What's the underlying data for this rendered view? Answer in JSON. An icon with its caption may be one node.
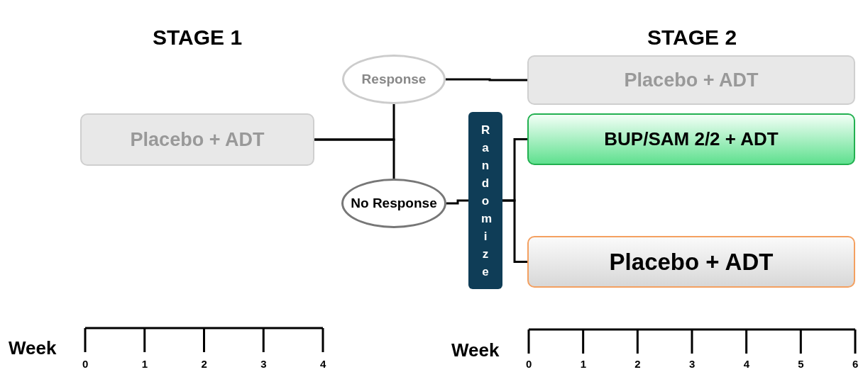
{
  "diagram": {
    "nodes": [
      {
        "text": [
          "Placebo + ADT"
        ]
      },
      {
        "text": [
          "Response"
        ]
      },
      {
        "text": [
          "No Response"
        ]
      },
      {
        "text": [
          "Randomize"
        ]
      },
      {
        "text": [
          "Placebo + ADT"
        ]
      },
      {
        "text": [
          "BUP/SAM 2/2 + ADT"
        ]
      },
      {
        "text": [
          "Placebo + ADT"
        ]
      }
    ],
    "edges": [
      {
        "from": 0,
        "to": 1,
        "arrow": "none"
      },
      {
        "from": 0,
        "to": 2,
        "arrow": "none"
      },
      {
        "from": 1,
        "to": 4,
        "arrow": "none"
      },
      {
        "from": 2,
        "to": 3,
        "arrow": "none"
      },
      {
        "from": 3,
        "to": 5,
        "arrow": "none"
      },
      {
        "from": 3,
        "to": 6,
        "arrow": "none"
      }
    ],
    "labels": [
      "STAGE 1",
      "STAGE 2",
      "Week",
      "0",
      "1",
      "2",
      "3",
      "4",
      "Week",
      "0",
      "1",
      "2",
      "3",
      "4",
      "5",
      "6"
    ]
  }
}
